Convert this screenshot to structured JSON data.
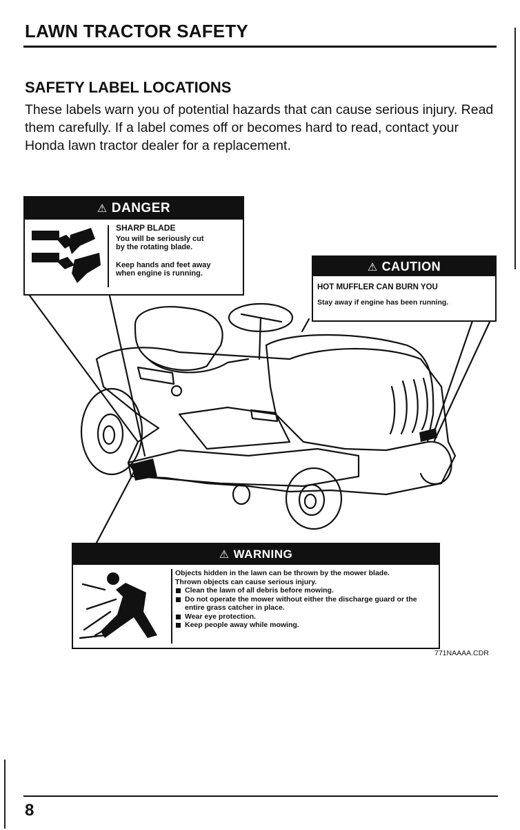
{
  "header": {
    "title": "LAWN TRACTOR SAFETY"
  },
  "section": {
    "title": "SAFETY LABEL LOCATIONS",
    "intro": "These labels warn you of potential hazards that can cause serious injury. Read them carefully. If a label comes off or becomes hard to read, contact your Honda lawn tractor dealer for a replacement."
  },
  "labels": {
    "danger": {
      "symbol": "⚠",
      "heading": "DANGER",
      "title": "SHARP BLADE",
      "line1": "You will be seriously cut",
      "line2": "by the rotating blade.",
      "line3": "Keep hands and feet away",
      "line4": "when engine is running."
    },
    "caution": {
      "symbol": "⚠",
      "heading": "CAUTION",
      "title": "HOT MUFFLER CAN BURN YOU",
      "text": "Stay away if engine has been running."
    },
    "warning": {
      "symbol": "⚠",
      "heading": "WARNING",
      "line1": "Objects hidden in the lawn can be thrown by the mower blade.",
      "line2": "Thrown objects can cause serious injury.",
      "bullets": [
        "Clean the lawn of all debris before mowing.",
        "Do not operate the mower without either the discharge guard or the entire grass catcher in place.",
        "Wear eye protection.",
        "Keep people away while mowing."
      ]
    }
  },
  "figure": {
    "code": "771NAAAA.CDR"
  },
  "footer": {
    "page_number": "8"
  }
}
